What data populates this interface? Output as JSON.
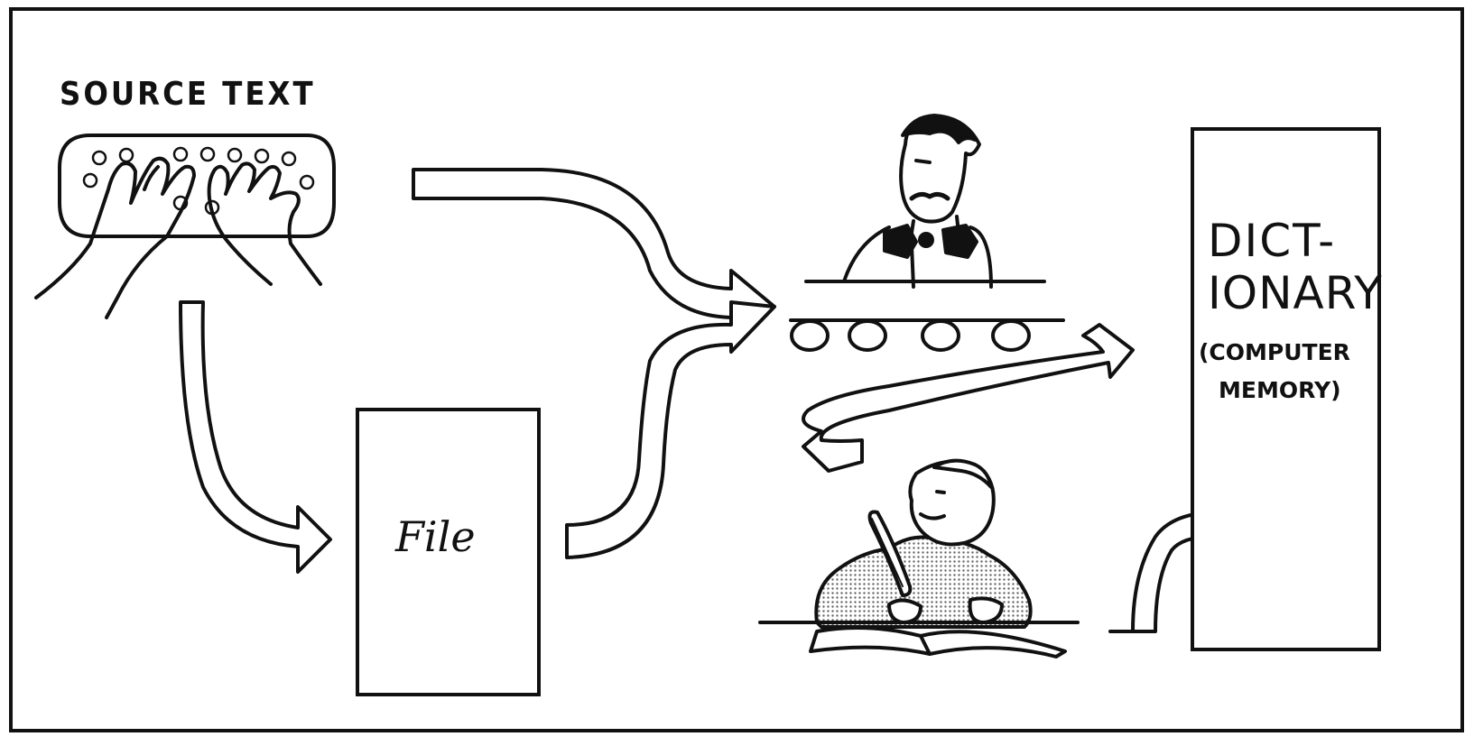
{
  "labels": {
    "source_text": "SOURCE TEXT",
    "file": "File",
    "dictionary_line1": "DICT-",
    "dictionary_line2": "IONARY",
    "memory_line1": "(COMPUTER",
    "memory_line2": "MEMORY)"
  },
  "colors": {
    "ink": "#111111",
    "paper": "#ffffff",
    "shade": "#9a9a9a"
  }
}
